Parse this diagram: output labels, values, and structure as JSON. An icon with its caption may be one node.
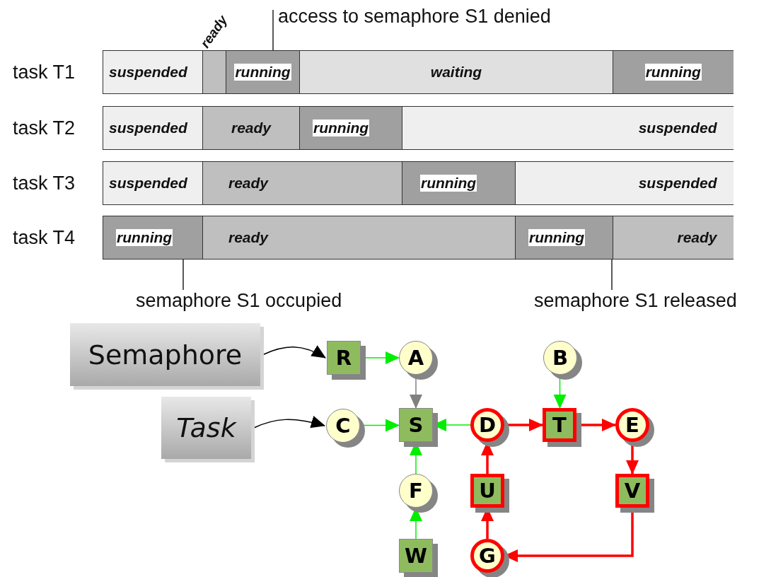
{
  "diagram": {
    "nodes": [
      {
        "text": [
          "task T1"
        ]
      },
      {
        "text": [
          "suspended"
        ],
        "in": 0
      },
      {
        "text": [
          "ready"
        ],
        "in": 0
      },
      {
        "text": [
          "running"
        ],
        "in": 0
      },
      {
        "text": [
          "waiting"
        ],
        "in": 0
      },
      {
        "text": [
          "running"
        ],
        "in": 0
      },
      {
        "text": [
          "task T2"
        ]
      },
      {
        "text": [
          "suspended"
        ],
        "in": 6
      },
      {
        "text": [
          "ready"
        ],
        "in": 6
      },
      {
        "text": [
          "running"
        ],
        "in": 6
      },
      {
        "text": [
          "suspended"
        ],
        "in": 6
      },
      {
        "text": [
          "task T3"
        ]
      },
      {
        "text": [
          "suspended"
        ],
        "in": 11
      },
      {
        "text": [
          "ready"
        ],
        "in": 11
      },
      {
        "text": [
          "running"
        ],
        "in": 11
      },
      {
        "text": [
          "suspended"
        ],
        "in": 11
      },
      {
        "text": [
          "task T4"
        ]
      },
      {
        "text": [
          "running"
        ],
        "in": 16
      },
      {
        "text": [
          "ready"
        ],
        "in": 16
      },
      {
        "text": [
          "running"
        ],
        "in": 16
      },
      {
        "text": [
          "ready"
        ],
        "in": 16
      },
      {
        "text": [
          "access to semaphore S1 denied"
        ]
      },
      {
        "text": [
          "semaphore S1 occupied"
        ]
      },
      {
        "text": [
          "semaphore S1 released"
        ]
      },
      {
        "text": [
          "Semaphore"
        ]
      },
      {
        "text": [
          "Task"
        ]
      },
      {
        "text": [
          "R"
        ]
      },
      {
        "text": [
          "A"
        ]
      },
      {
        "text": [
          "B"
        ]
      },
      {
        "text": [
          "C"
        ]
      },
      {
        "text": [
          "S"
        ]
      },
      {
        "text": [
          "D"
        ]
      },
      {
        "text": [
          "T"
        ]
      },
      {
        "text": [
          "E"
        ]
      },
      {
        "text": [
          "F"
        ]
      },
      {
        "text": [
          "U"
        ]
      },
      {
        "text": [
          "V"
        ]
      },
      {
        "text": [
          "W"
        ]
      },
      {
        "text": [
          "G"
        ]
      }
    ],
    "edges": [
      {
        "from": 21,
        "to": 3,
        "arrow": "none",
        "color": "#000000"
      },
      {
        "from": 22,
        "to": 17,
        "arrow": "none",
        "color": "#000000"
      },
      {
        "from": 23,
        "to": 19,
        "arrow": "none",
        "color": "#000000"
      },
      {
        "from": 24,
        "to": 26,
        "arrow": "to",
        "color": "#000000"
      },
      {
        "from": 25,
        "to": 29,
        "arrow": "to",
        "color": "#000000"
      },
      {
        "from": 26,
        "to": 27,
        "arrow": "to",
        "color": "#00ee00"
      },
      {
        "from": 27,
        "to": 30,
        "arrow": "to",
        "color": "#808080"
      },
      {
        "from": 28,
        "to": 32,
        "arrow": "to",
        "color": "#00ee00"
      },
      {
        "from": 29,
        "to": 30,
        "arrow": "to",
        "color": "#00ee00"
      },
      {
        "from": 31,
        "to": 30,
        "arrow": "to",
        "color": "#00ee00"
      },
      {
        "from": 34,
        "to": 30,
        "arrow": "to",
        "color": "#00ee00"
      },
      {
        "from": 37,
        "to": 34,
        "arrow": "to",
        "color": "#00ee00"
      },
      {
        "from": 31,
        "to": 32,
        "arrow": "to",
        "style": "thick",
        "color": "#ff0000"
      },
      {
        "from": 32,
        "to": 33,
        "arrow": "to",
        "style": "thick",
        "color": "#ff0000"
      },
      {
        "from": 33,
        "to": 36,
        "arrow": "to",
        "style": "thick",
        "color": "#ff0000"
      },
      {
        "from": 36,
        "to": 38,
        "arrow": "to",
        "style": "thick",
        "color": "#ff0000"
      },
      {
        "from": 38,
        "to": 35,
        "arrow": "to",
        "style": "thick",
        "color": "#ff0000"
      },
      {
        "from": 35,
        "to": 31,
        "arrow": "to",
        "style": "thick",
        "color": "#ff0000"
      }
    ]
  }
}
